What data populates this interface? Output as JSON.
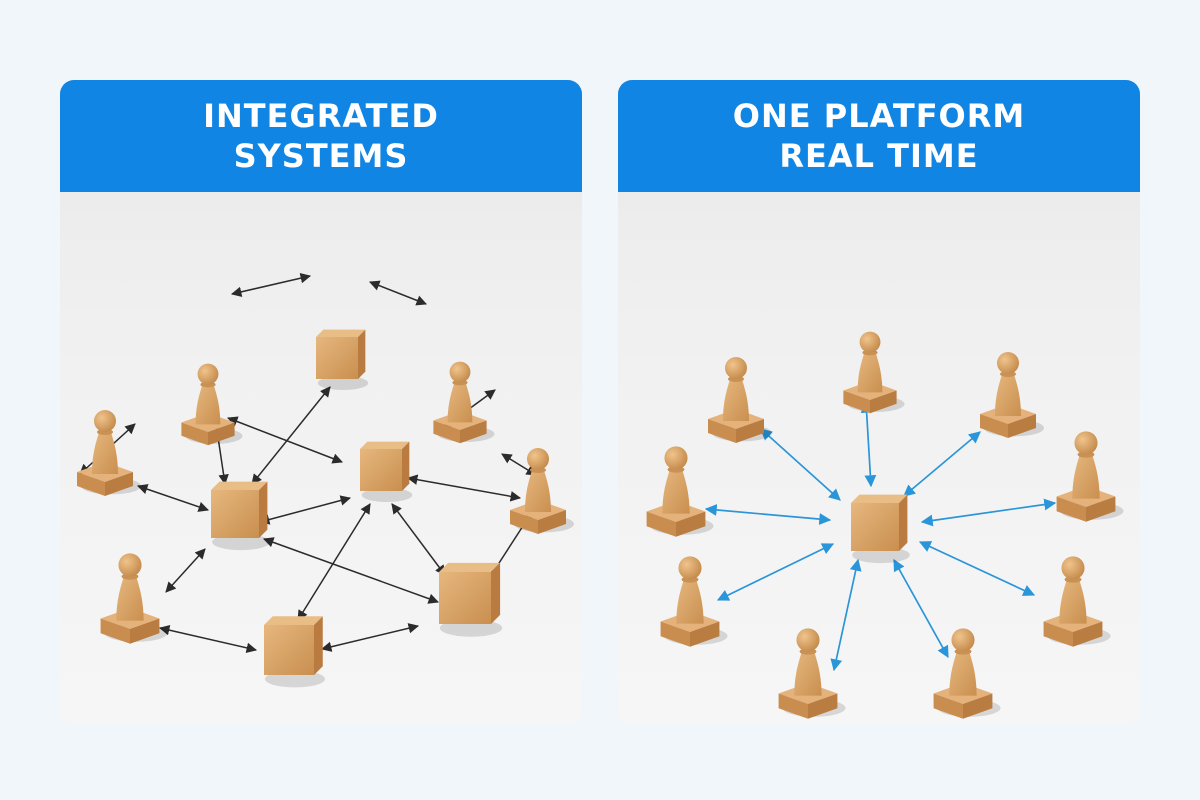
{
  "panels": [
    {
      "title_line1": "INTEGRATED",
      "title_line2": "SYSTEMS",
      "connector_color": "#2b2b2b"
    },
    {
      "title_line1": "ONE PLATFORM",
      "title_line2": "REAL TIME",
      "connector_color": "#2a95d8"
    }
  ],
  "colors": {
    "header_bg": "#1185e3",
    "wood": "#d9a468",
    "page_bg": "#f1f6fa"
  }
}
